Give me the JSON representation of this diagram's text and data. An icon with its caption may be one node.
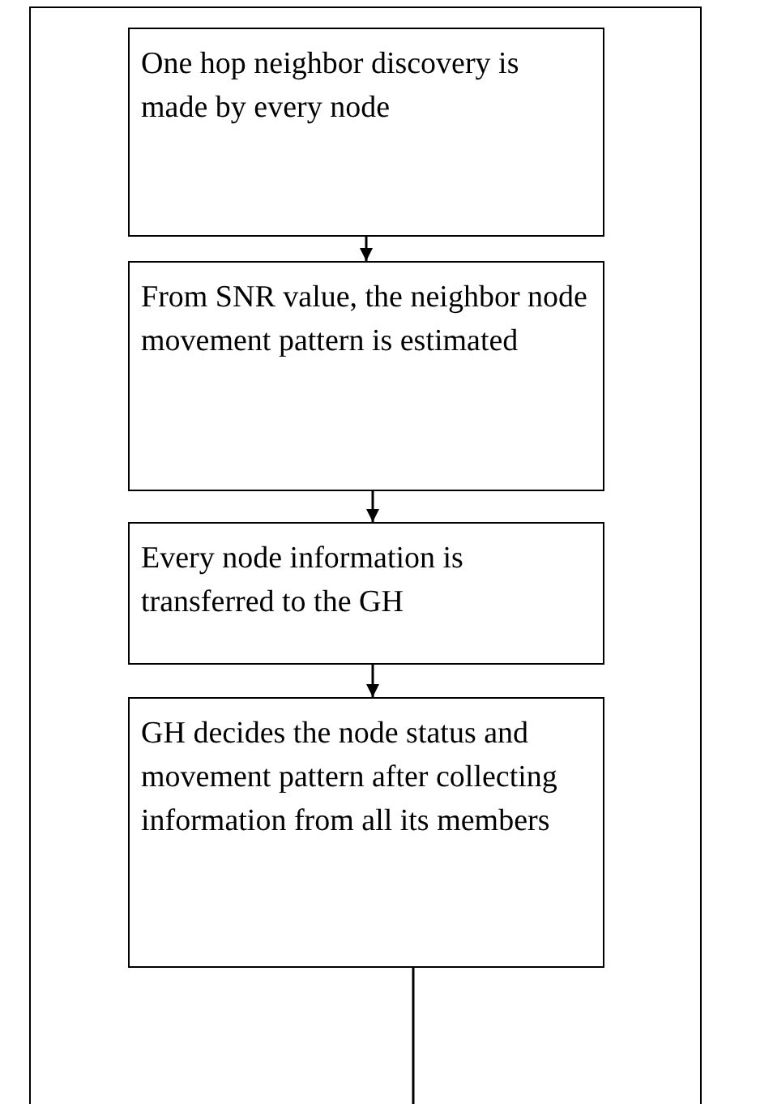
{
  "diagram": {
    "nodes": [
      {
        "text": [
          "One hop neighbor discovery is made by every node"
        ]
      },
      {
        "text": [
          "From SNR value, the neighbor node movement pattern is estimated"
        ]
      },
      {
        "text": [
          "Every node  information is transferred to the GH"
        ]
      },
      {
        "text": [
          "GH decides the node status and movement pattern after collecting information from all its members"
        ]
      }
    ],
    "edges": [
      {
        "from": 0,
        "to": 1,
        "arrow": "to"
      },
      {
        "from": 1,
        "to": 2,
        "arrow": "to"
      },
      {
        "from": 2,
        "to": 3,
        "arrow": "to"
      },
      {
        "from": 3,
        "to": null,
        "arrow": "none"
      }
    ]
  }
}
